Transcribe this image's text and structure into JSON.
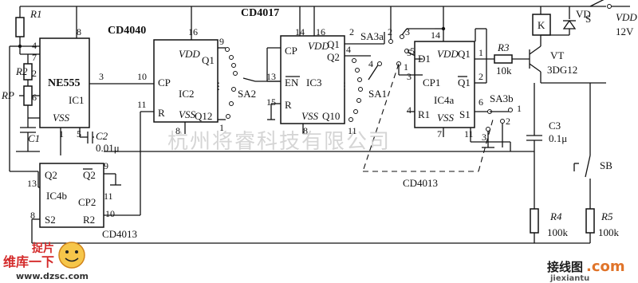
{
  "chips": {
    "ne555": {
      "name": "NE555",
      "ref": "IC1",
      "vss": "VSS"
    },
    "cd4040": {
      "part": "CD4040",
      "ref": "IC2",
      "cp": "CP",
      "r": "R",
      "vdd": "VDD",
      "vss": "VSS",
      "q1": "Q1",
      "q12": "Q12",
      "switch": "SA2"
    },
    "cd4017": {
      "part": "CD4017",
      "ref": "IC3",
      "cp": "CP",
      "en": "EN",
      "r": "R",
      "vdd": "VDD",
      "vss": "VSS",
      "q1": "Q1",
      "q2": "Q2",
      "q10": "Q10",
      "switch": "SA1"
    },
    "ic4a": {
      "ref": "IC4a",
      "d1": "D1",
      "cp1": "CP1",
      "r1": "R1",
      "s1": "S1",
      "vdd": "VDD",
      "vss": "VSS",
      "q1": "Q1",
      "q1bar": "Q1"
    },
    "ic4b": {
      "ref": "IC4b",
      "q2": "Q2",
      "q2bar": "Q2",
      "cp2": "CP2",
      "s2": "S2",
      "r2": "R2",
      "part": "CD4013"
    },
    "cd4013_label": "CD4013"
  },
  "pins": {
    "ne555": [
      "8",
      "4",
      "7",
      "2",
      "6",
      "1",
      "5",
      "3"
    ],
    "cd4040": [
      "16",
      "10",
      "11",
      "8",
      "9",
      "1"
    ],
    "cd4017": [
      "14",
      "16",
      "13",
      "15",
      "8",
      "11",
      "2",
      "4"
    ],
    "ic4a": [
      "14",
      "5",
      "3",
      "4",
      "7",
      "1",
      "2",
      "6",
      "11"
    ],
    "ic4b": [
      "13",
      "8",
      "9",
      "11",
      "10"
    ]
  },
  "components": {
    "r1": "R1",
    "r2": "R2",
    "rp": "RP",
    "c1": "C1",
    "c2": "C2",
    "c2_val": "0.01μ",
    "r3": "R3",
    "r3_val": "10k",
    "vt": "VT",
    "vt_val": "3DG12",
    "relay": "K",
    "vd": "VD",
    "s": "S",
    "vdd": "VDD",
    "vdd_val": "12V",
    "c3": "C3",
    "c3_val": "0.1μ",
    "sb": "SB",
    "r4": "R4",
    "r4_val": "100k",
    "r5": "R5",
    "r5_val": "100k",
    "sa3a": "SA3a",
    "sa3b": "SA3b",
    "sa3a_pos": [
      "1",
      "2",
      "3",
      "4",
      "5"
    ],
    "sa3b_pos": [
      "1",
      "2",
      "3"
    ]
  },
  "watermark": "杭州将睿科技有限公司",
  "logo_left": {
    "line1": "捉片",
    "line2": "维库一下",
    "url": "www.dzsc.com"
  },
  "logo_right": {
    "name": "接线图",
    "suffix": ".com",
    "url": "jiexiantu"
  }
}
